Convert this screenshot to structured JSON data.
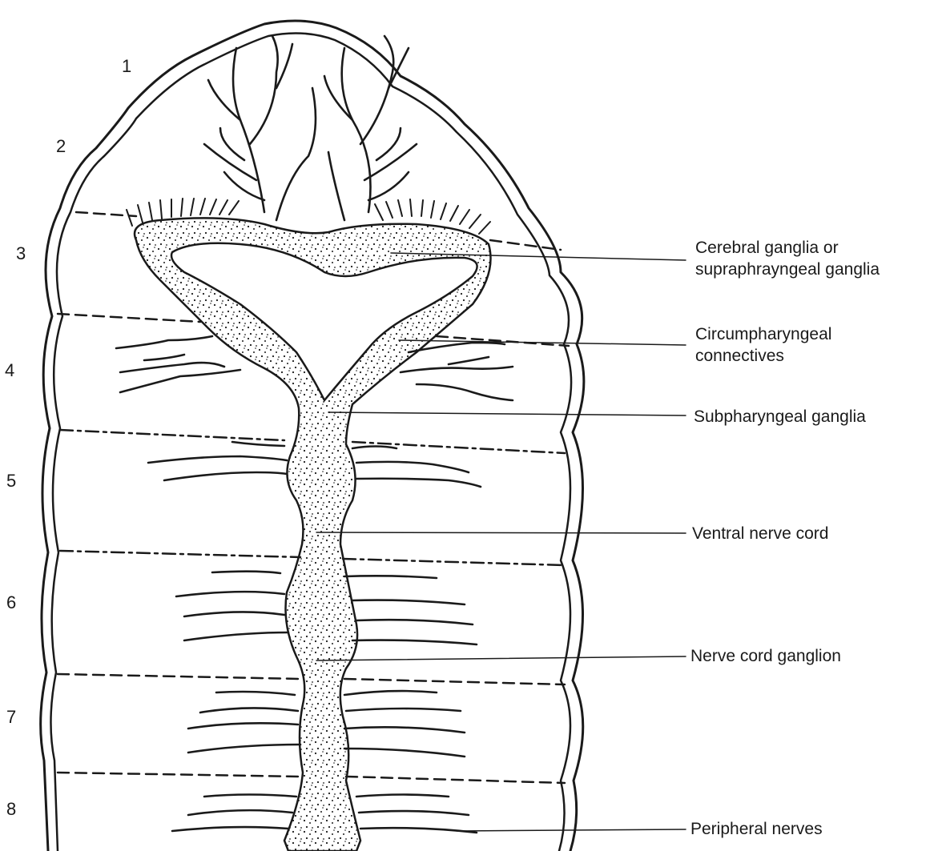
{
  "segments": [
    "1",
    "2",
    "3",
    "4",
    "5",
    "6",
    "7",
    "8"
  ],
  "labels": {
    "cerebral_line1": "Cerebral ganglia or",
    "cerebral_line2": "supraphrayngeal ganglia",
    "circum_line1": "Circumpharyngeal",
    "circum_line2": "connectives",
    "subpharyngeal": "Subpharyngeal ganglia",
    "ventral_nerve_cord": "Ventral nerve cord",
    "nerve_cord_ganglion": "Nerve cord ganglion",
    "peripheral_nerves": "Peripheral nerves"
  },
  "colors": {
    "ink": "#1a1a1a",
    "paper": "#ffffff"
  }
}
